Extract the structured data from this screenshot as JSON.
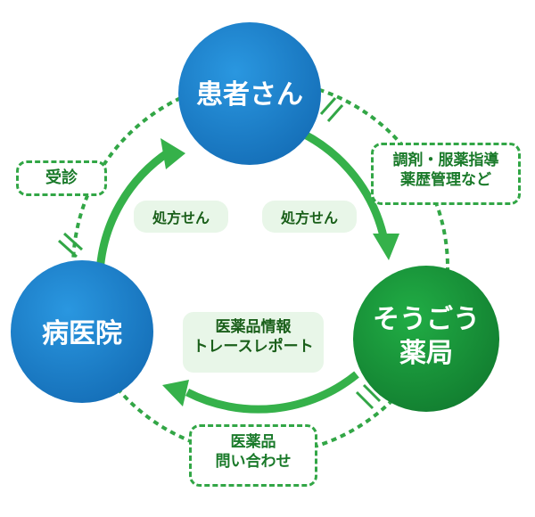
{
  "nodes": {
    "patient": {
      "label": "患者さん",
      "color": "#1c82cc"
    },
    "hospital": {
      "label": "病医院",
      "color": "#1c82cc"
    },
    "pharmacy": {
      "line1": "そうごう",
      "line2": "薬局",
      "color": "#1a9a3c"
    }
  },
  "arrow_color": "#35b14a",
  "dash_color": "#32a646",
  "pills": {
    "prescription_left": "処方せん",
    "prescription_right": "処方せん",
    "drug_info_line1": "医薬品情報",
    "drug_info_line2": "トレースレポート"
  },
  "boxes": {
    "consult": "受診",
    "dispense_line1": "調剤・服薬指導",
    "dispense_line2": "薬歴管理など",
    "inquiry_line1": "医薬品",
    "inquiry_line2": "問い合わせ"
  }
}
